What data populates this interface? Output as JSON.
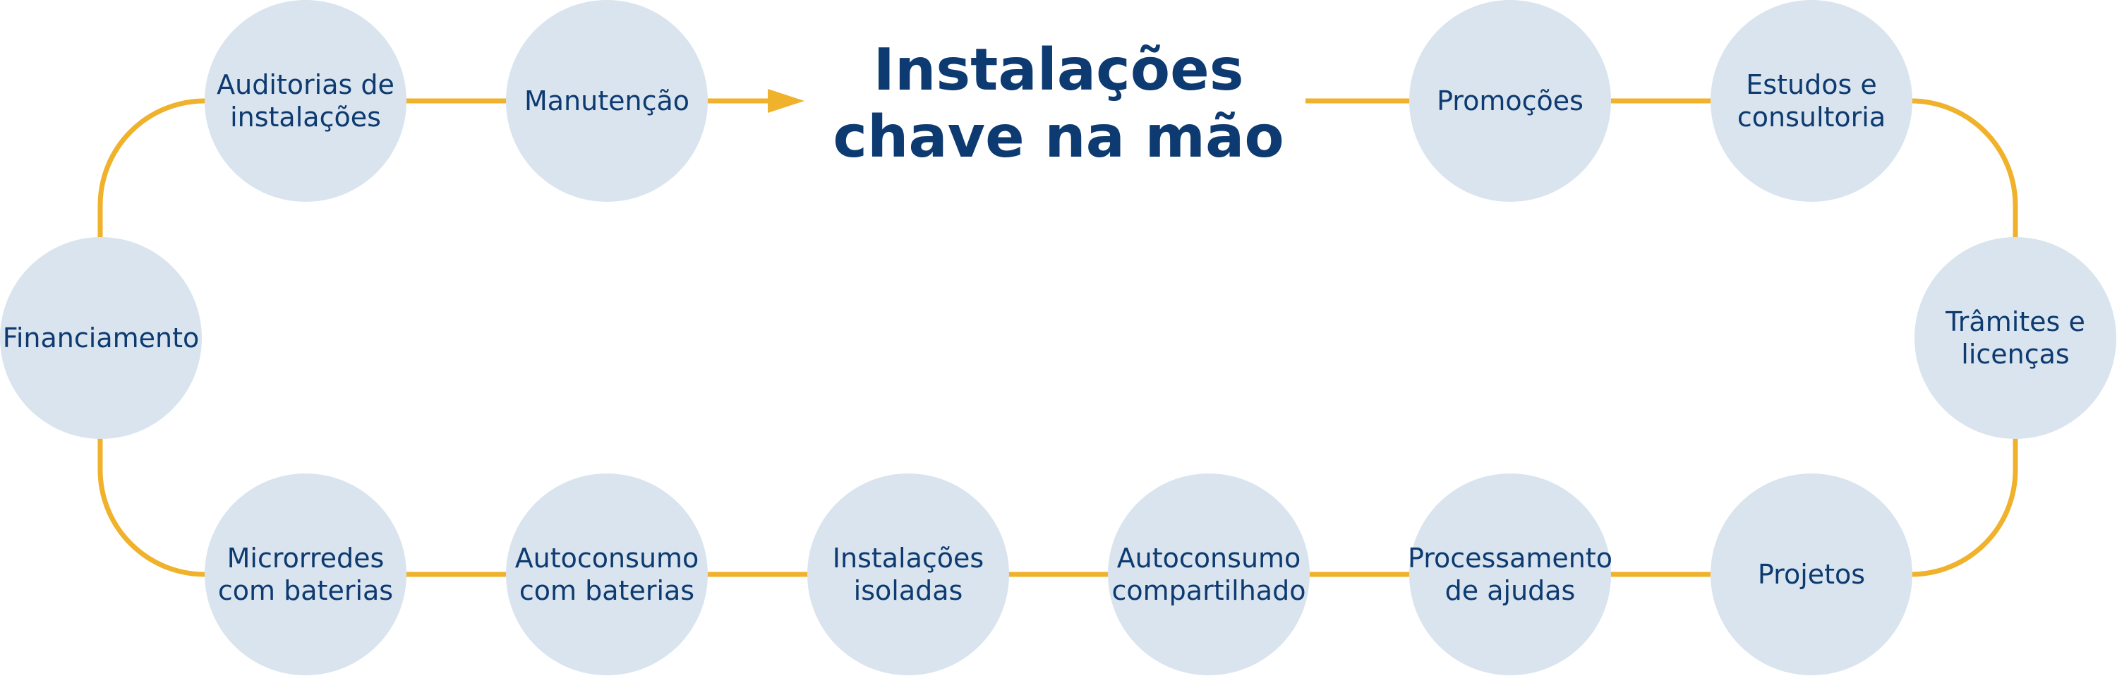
{
  "colors": {
    "path": "#F0B12B",
    "node_fill": "#D9E4EE",
    "text": "#0D3A70",
    "background": "#FFFFFF"
  },
  "title": {
    "line1": "Instalações",
    "line2": "chave na mão"
  },
  "nodes": [
    {
      "id": "auditorias",
      "lines": [
        "Auditorias de",
        "instalações"
      ]
    },
    {
      "id": "manutencao",
      "lines": [
        "Manutenção"
      ]
    },
    {
      "id": "promocoes",
      "lines": [
        "Promoções"
      ]
    },
    {
      "id": "estudos",
      "lines": [
        "Estudos e",
        "consultoria"
      ]
    },
    {
      "id": "tramites",
      "lines": [
        "Trâmites e",
        "licenças"
      ]
    },
    {
      "id": "projetos",
      "lines": [
        "Projetos"
      ]
    },
    {
      "id": "processamento",
      "lines": [
        "Processamento",
        "de ajudas"
      ]
    },
    {
      "id": "autoconsumo-compartilhado",
      "lines": [
        "Autoconsumo",
        "compartilhado"
      ]
    },
    {
      "id": "instalacoes-isoladas",
      "lines": [
        "Instalações",
        "isoladas"
      ]
    },
    {
      "id": "autoconsumo-baterias",
      "lines": [
        "Autoconsumo",
        "com baterias"
      ]
    },
    {
      "id": "microrredes",
      "lines": [
        "Microrredes",
        "com baterias"
      ]
    },
    {
      "id": "financiamento",
      "lines": [
        "Financiamento"
      ]
    }
  ]
}
